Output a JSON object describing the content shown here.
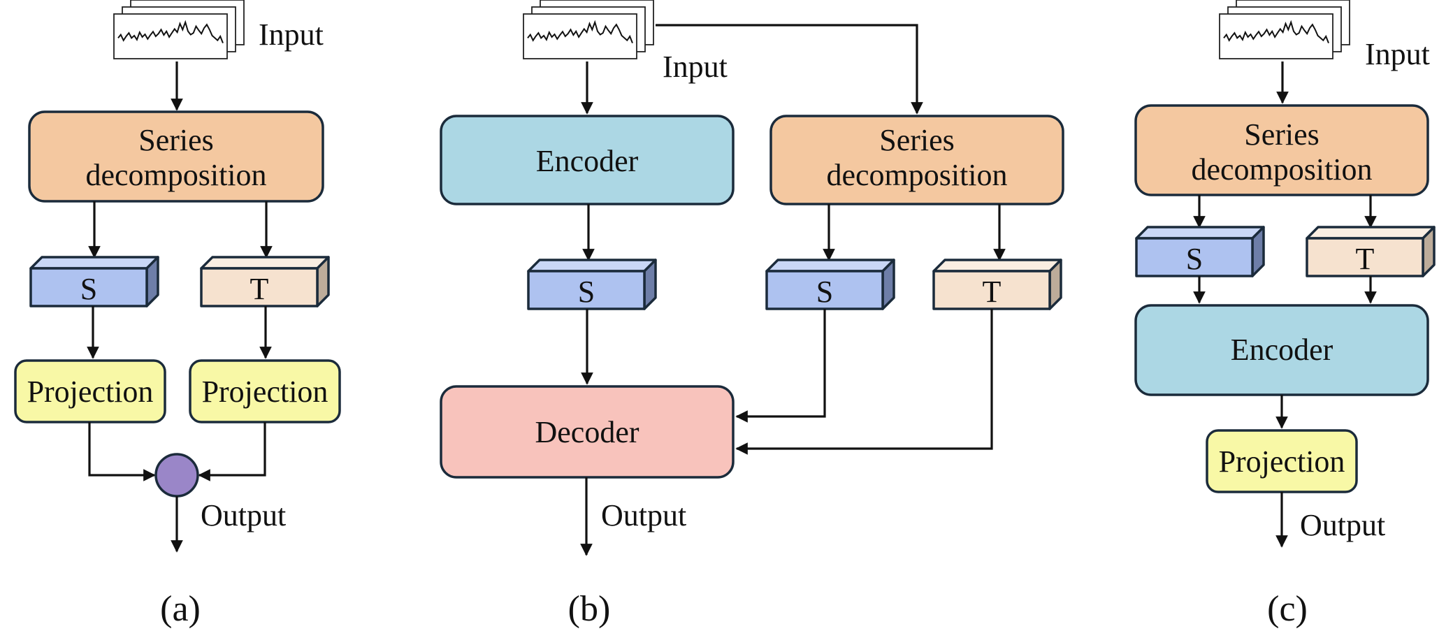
{
  "colors": {
    "decomposition": "#F4C8A0",
    "encoder": "#ACD7E4",
    "decoder": "#F8C3BC",
    "projection": "#F8F8A6",
    "seasonal_front": "#AEC2F0",
    "seasonal_top": "#C9D7F6",
    "seasonal_side": "#6E7EA8",
    "trend_front": "#F6E2CF",
    "trend_top": "#FAEEE2",
    "trend_side": "#BDAC9A",
    "output_node": "#9A86C8",
    "stroke": "#1B2B3B",
    "arrow": "#111111"
  },
  "icons": {
    "input": "time-series-stack-icon",
    "combine": "sum-node-icon"
  },
  "panel_a": {
    "input_label": "Input",
    "decomposition_line1": "Series",
    "decomposition_line2": "decomposition",
    "s_label": "S",
    "t_label": "T",
    "projection_left": "Projection",
    "projection_right": "Projection",
    "output_label": "Output",
    "caption": "(a)"
  },
  "panel_b": {
    "input_label": "Input",
    "encoder_label": "Encoder",
    "decomposition_line1": "Series",
    "decomposition_line2": "decomposition",
    "s_left_label": "S",
    "s_right_label": "S",
    "t_label": "T",
    "decoder_label": "Decoder",
    "output_label": "Output",
    "caption": "(b)"
  },
  "panel_c": {
    "input_label": "Input",
    "decomposition_line1": "Series",
    "decomposition_line2": "decomposition",
    "s_label": "S",
    "t_label": "T",
    "encoder_label": "Encoder",
    "projection_label": "Projection",
    "output_label": "Output",
    "caption": "(c)"
  }
}
